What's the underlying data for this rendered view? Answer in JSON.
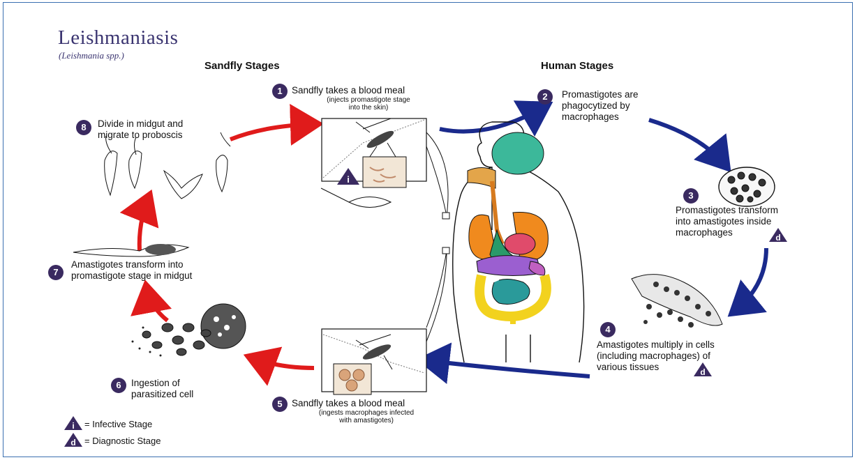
{
  "title": "Leishmaniasis",
  "subtitle": "(Leishmania spp.)",
  "headings": {
    "sandfly": "Sandfly Stages",
    "human": "Human Stages"
  },
  "steps": [
    {
      "num": "1",
      "text_1": "Sandfly takes a blood meal",
      "sub_1": "(injects promastigote stage",
      "sub_2": "into the skin)"
    },
    {
      "num": "2",
      "text_1": "Promastigotes are",
      "text_2": "phagocytized by",
      "text_3": "macrophages"
    },
    {
      "num": "3",
      "text_1": "Promastigotes transform",
      "text_2": "into amastigotes inside",
      "text_3": "macrophages"
    },
    {
      "num": "4",
      "text_1": "Amastigotes multiply in cells",
      "text_2": "(including macrophages) of",
      "text_3": "various tissues"
    },
    {
      "num": "5",
      "text_1": "Sandfly takes a blood meal",
      "sub_1": "(ingests macrophages infected",
      "sub_2": "with amastigotes)"
    },
    {
      "num": "6",
      "text_1": "Ingestion of",
      "text_2": "parasitized cell"
    },
    {
      "num": "7",
      "text_1": "Amastigotes transform into",
      "text_2": "promastigote stage in midgut"
    },
    {
      "num": "8",
      "text_1": "Divide in midgut and",
      "text_2": "migrate to proboscis"
    }
  ],
  "badges": {
    "infective": "i",
    "diagnostic": "d"
  },
  "legend": {
    "infective": "= Infective Stage",
    "diagnostic": "= Diagnostic Stage"
  },
  "colors": {
    "human_arrow": "#1a2a8c",
    "sandfly_arrow": "#e01b1b",
    "badge": "#3a2a60",
    "title": "#3a3470",
    "brain": "#3cb89a",
    "lungs": "#f08a1e",
    "liver": "#e04b6b",
    "stomach": "#9b5fd0",
    "intestine_small": "#2a9a9a",
    "intestine_large": "#f2d21e",
    "esophagus": "#d67a1e"
  }
}
